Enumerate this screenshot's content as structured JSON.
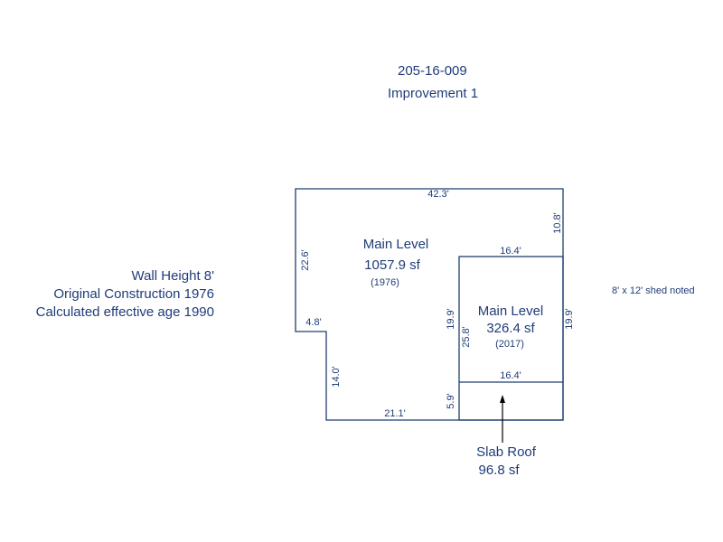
{
  "header": {
    "parcel_id": "205-16-009",
    "improvement": "Improvement 1"
  },
  "notes": {
    "wall_height": "Wall Height 8'",
    "original_construction": "Original Construction 1976",
    "effective_age": "Calculated effective age 1990",
    "shed_note": "8' x 12' shed noted"
  },
  "areas": {
    "main": {
      "label": "Main Level",
      "area": "1057.9 sf",
      "year": "(1976)"
    },
    "addition": {
      "label": "Main Level",
      "area": "326.4 sf",
      "year": "(2017)"
    },
    "slab": {
      "label": "Slab Roof",
      "area": "96.8 sf"
    }
  },
  "dimensions": {
    "top": "42.3'",
    "right_upper": "10.8'",
    "left": "22.6'",
    "notch": "4.8'",
    "lower_left": "14.0'",
    "bottom": "21.1'",
    "add_top": "16.4'",
    "add_left": "19.9'",
    "add_left_total": "25.8'",
    "add_right": "19.9'",
    "add_bottom": "16.4'",
    "slab_side": "5.9'"
  },
  "colors": {
    "line": "#1f3f6f",
    "text": "#1f3c78"
  }
}
